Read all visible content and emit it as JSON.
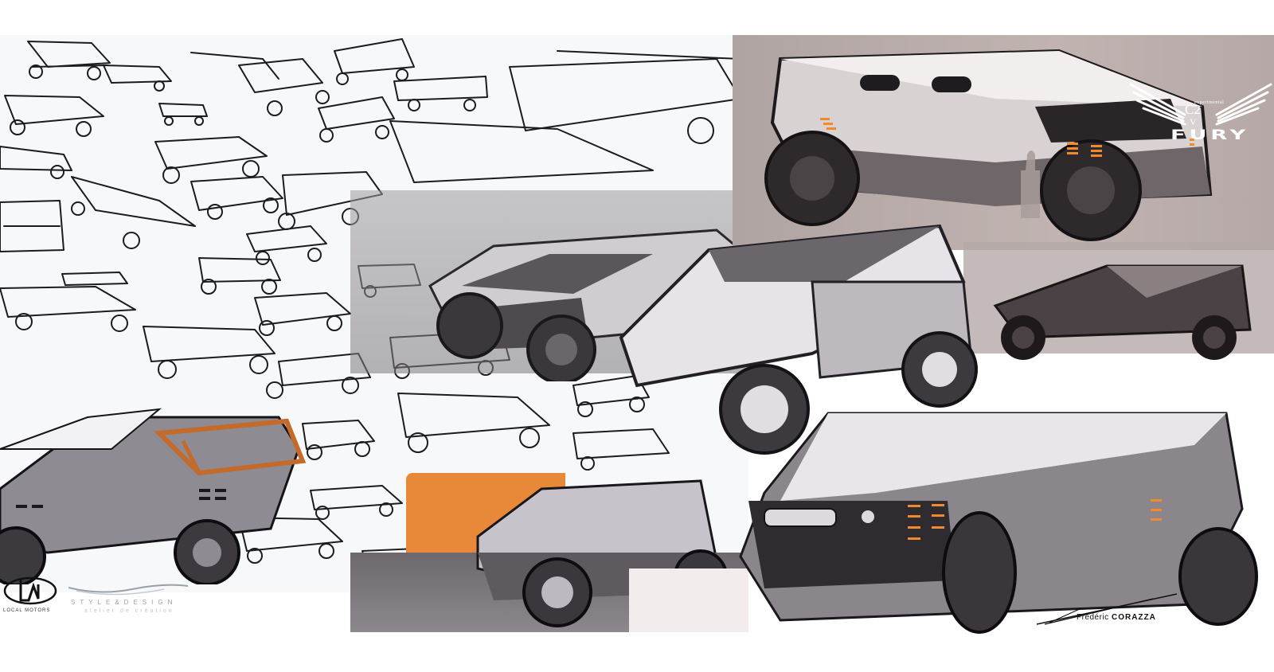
{
  "artwork": {
    "type": "vehicle concept sketch board",
    "colors": {
      "background": "#ffffff",
      "paper": "#f7f8fa",
      "mauve_panel": "#b8aaa8",
      "grey_marker": "#6e6a70",
      "dark_marker": "#2c2a2e",
      "accent_orange": "#e8893a"
    }
  },
  "branding": {
    "project_logo": {
      "small_label": "experimental",
      "model": "C2",
      "letter": "V",
      "name": "FURY"
    },
    "client_logo": {
      "mark": "LM",
      "subtitle": "LOCAL MOTORS"
    },
    "studio_logo": {
      "title": "STYLE&DESIGN",
      "subtitle": "atelier de création"
    },
    "signature": {
      "first_name": "Frédéric",
      "last_name": "CORAZZA"
    }
  },
  "sketches": [
    {
      "id": "thumbnail-grid",
      "style": "black ink line sketches",
      "area": "left"
    },
    {
      "id": "fury-van-render",
      "style": "marker render, mauve background, orange vents, human figure for scale",
      "area": "top-right"
    },
    {
      "id": "buggy-orange-frame",
      "style": "line + grey marker with orange roll-cage",
      "area": "bottom-left"
    },
    {
      "id": "orange-block-buggy",
      "style": "marker on orange block",
      "area": "bottom-center"
    },
    {
      "id": "front-three-quarter-suv",
      "style": "grey marker render",
      "area": "center"
    },
    {
      "id": "side-profile-low-buggy",
      "style": "dark marker side view",
      "area": "right-middle"
    },
    {
      "id": "front-view-armored",
      "style": "grey marker render with orange lights",
      "area": "bottom-right"
    }
  ]
}
